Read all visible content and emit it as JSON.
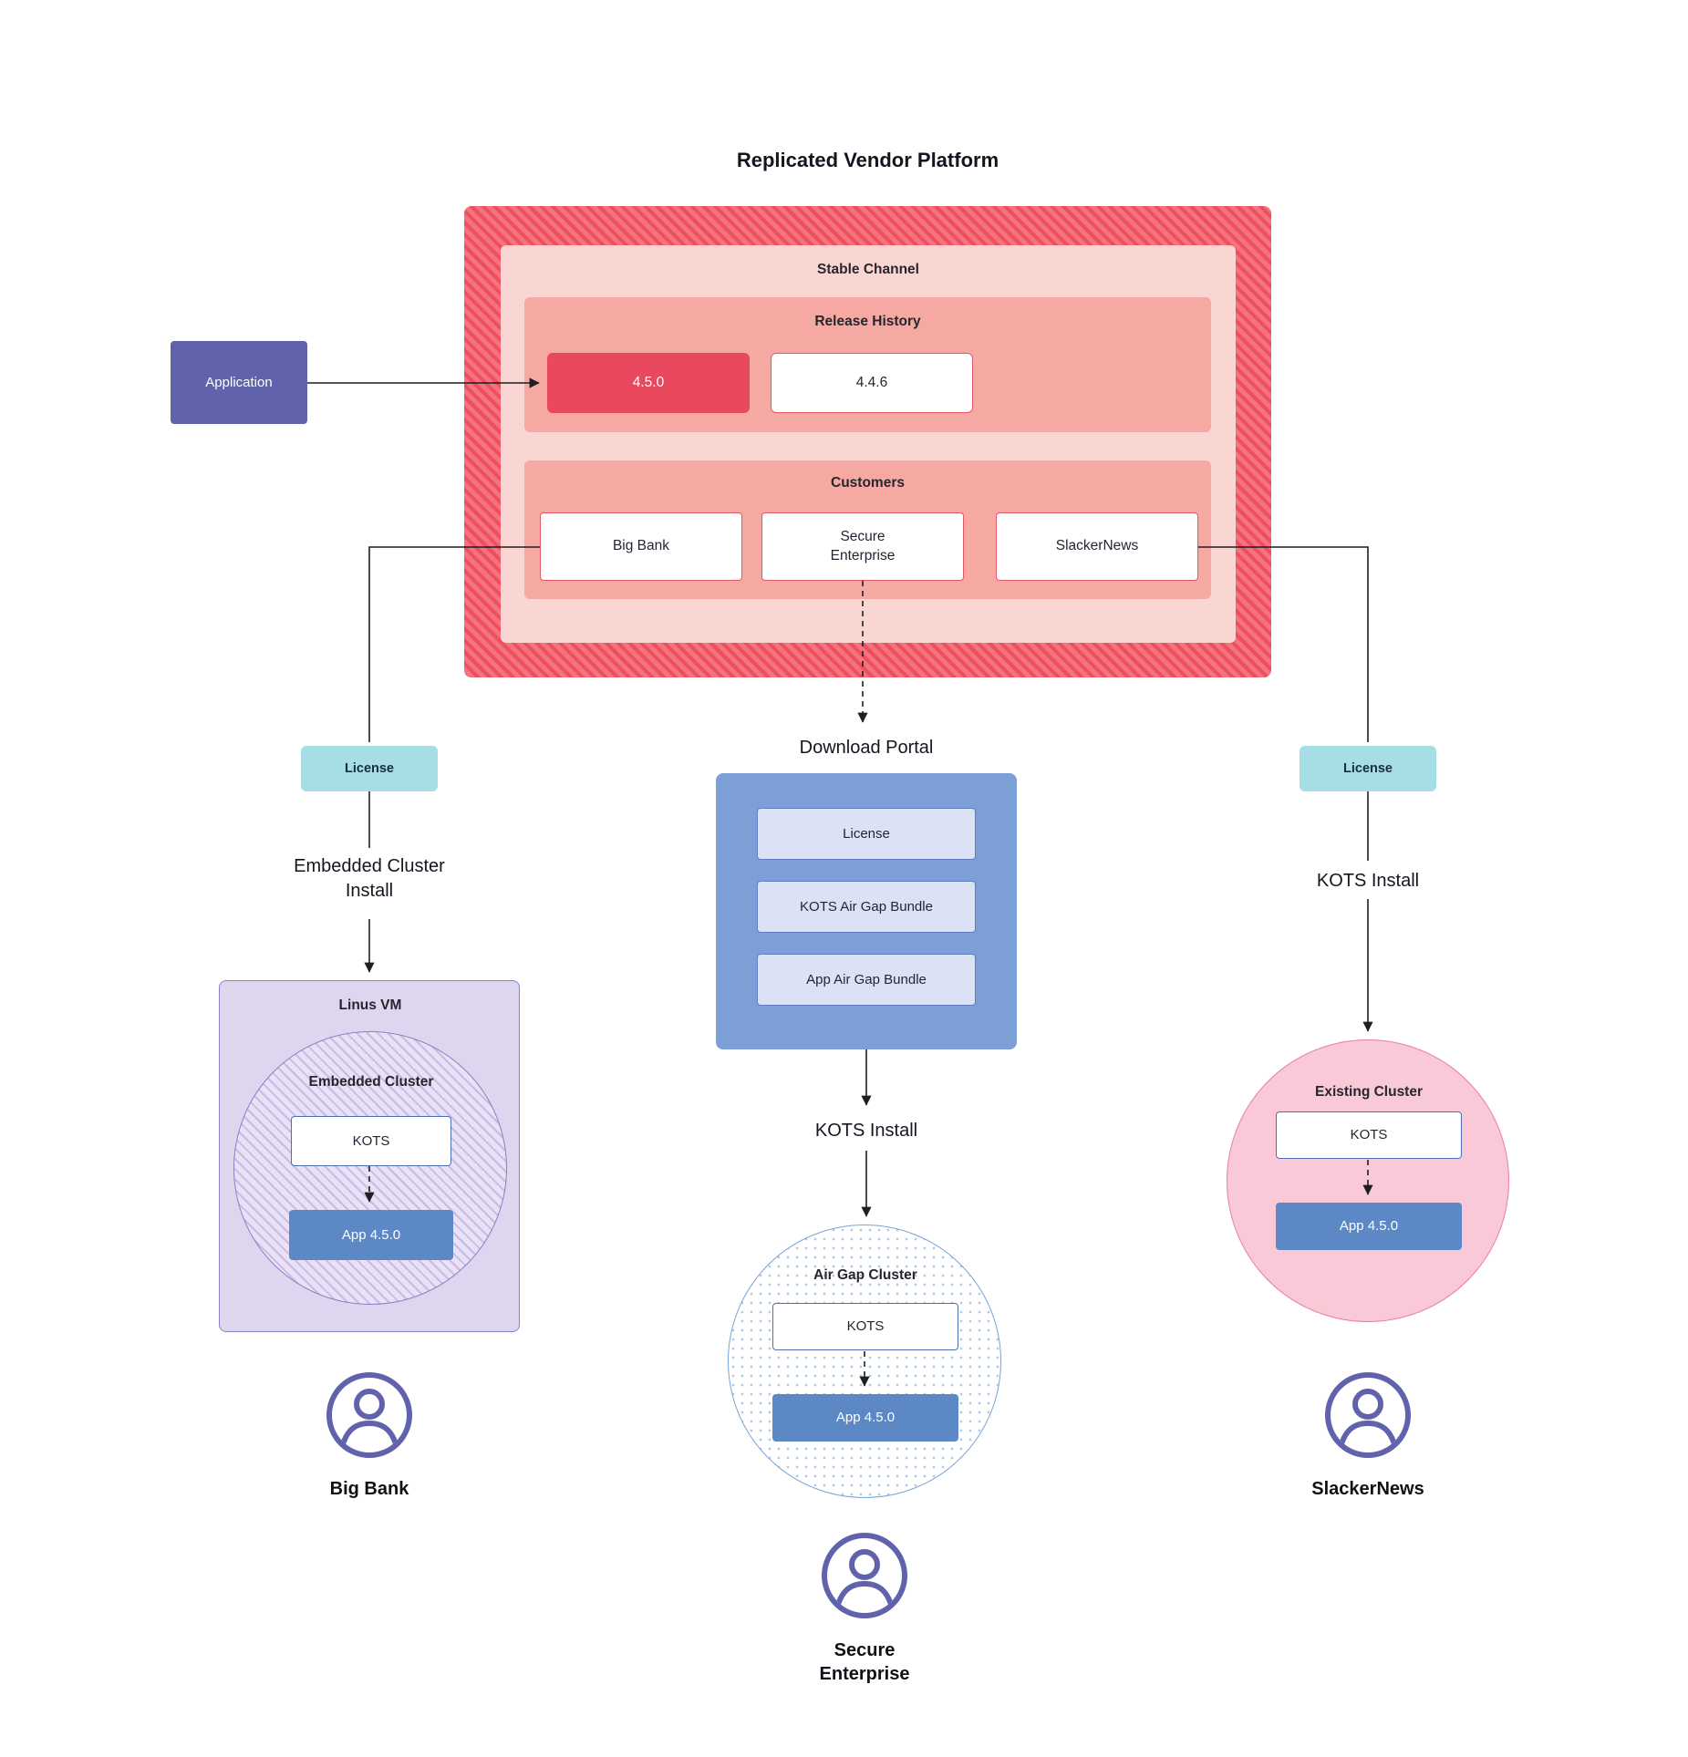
{
  "title": "Replicated Vendor Platform",
  "colors": {
    "platform_red": "#ee4e5e",
    "panel_pink": "#fad6d3",
    "panel_salmon": "#f6a8a3",
    "release_red": "#e9495e",
    "application_purple": "#6063ab",
    "license_teal": "#a7dde5",
    "portal_blue": "#7ca0d6",
    "app_blue": "#5c88c5",
    "vm_lavender": "#ded5ee",
    "cluster_pink": "#f9c9d8"
  },
  "platform": {
    "channel_label": "Stable Channel",
    "release_history": {
      "label": "Release History",
      "releases": [
        {
          "version": "4.5.0"
        },
        {
          "version": "4.4.6"
        }
      ]
    },
    "customers": {
      "label": "Customers",
      "items": [
        {
          "name": "Big Bank"
        },
        {
          "name": "Secure\nEnterprise"
        },
        {
          "name": "SlackerNews"
        }
      ]
    }
  },
  "application": {
    "label": "Application"
  },
  "big_bank_branch": {
    "license_label": "License",
    "install_label": "Embedded Cluster\nInstall",
    "vm_label": "Linus VM",
    "cluster_label": "Embedded Cluster",
    "kots_label": "KOTS",
    "app_label": "App 4.5.0",
    "persona_label": "Big Bank"
  },
  "secure_enterprise_branch": {
    "portal_label": "Download Portal",
    "portal_items": [
      {
        "label": "License"
      },
      {
        "label": "KOTS Air Gap Bundle"
      },
      {
        "label": "App Air Gap Bundle"
      }
    ],
    "install_label": "KOTS Install",
    "cluster_label": "Air Gap Cluster",
    "kots_label": "KOTS",
    "app_label": "App 4.5.0",
    "persona_label": "Secure\nEnterprise"
  },
  "slackernews_branch": {
    "license_label": "License",
    "install_label": "KOTS Install",
    "cluster_label": "Existing Cluster",
    "kots_label": "KOTS",
    "app_label": "App 4.5.0",
    "persona_label": "SlackerNews"
  }
}
